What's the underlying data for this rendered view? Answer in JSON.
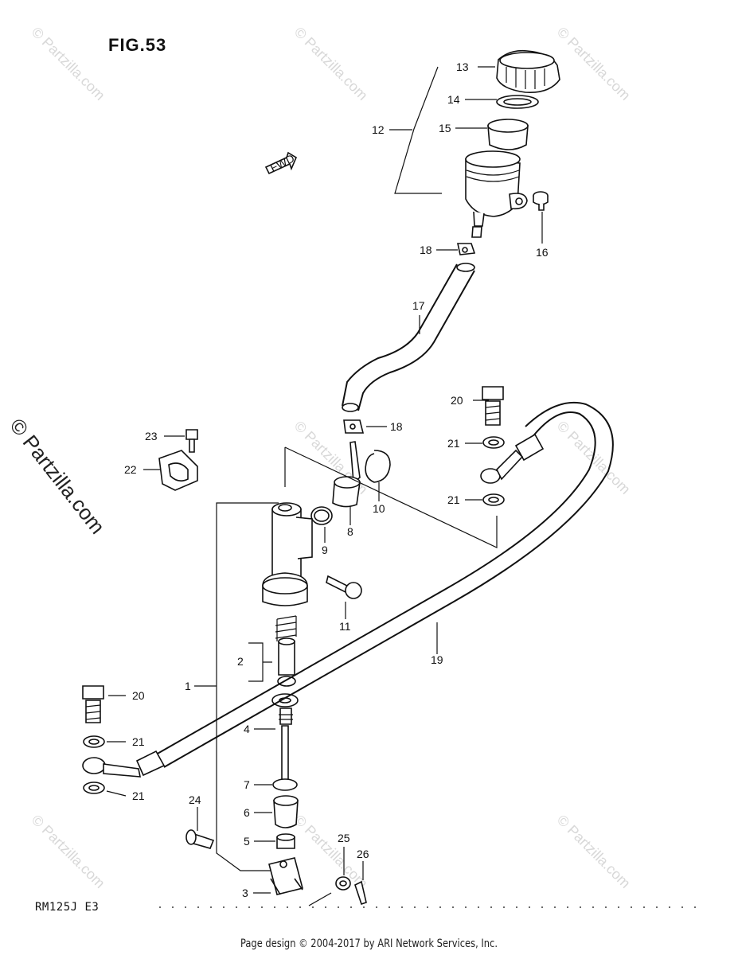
{
  "figure": {
    "title": "FIG.53",
    "model_code": "RM125J   E3"
  },
  "footer": {
    "text": "Page design © 2004-2017 by ARI Network Services, Inc."
  },
  "watermark": {
    "text": "© Partzilla.com"
  },
  "fwd_tag": "FWD",
  "callouts": {
    "c1": "1",
    "c2": "2",
    "c3": "3",
    "c4": "4",
    "c5": "5",
    "c6": "6",
    "c7": "7",
    "c8": "8",
    "c9": "9",
    "c10": "10",
    "c11": "11",
    "c12": "12",
    "c13": "13",
    "c14": "14",
    "c15": "15",
    "c16": "16",
    "c17": "17",
    "c18a": "18",
    "c18b": "18",
    "c19": "19",
    "c20a": "20",
    "c20b": "20",
    "c21a": "21",
    "c21b": "21",
    "c21c": "21",
    "c21d": "21",
    "c22": "22",
    "c23": "23",
    "c24": "24",
    "c25": "25",
    "c26": "26"
  }
}
